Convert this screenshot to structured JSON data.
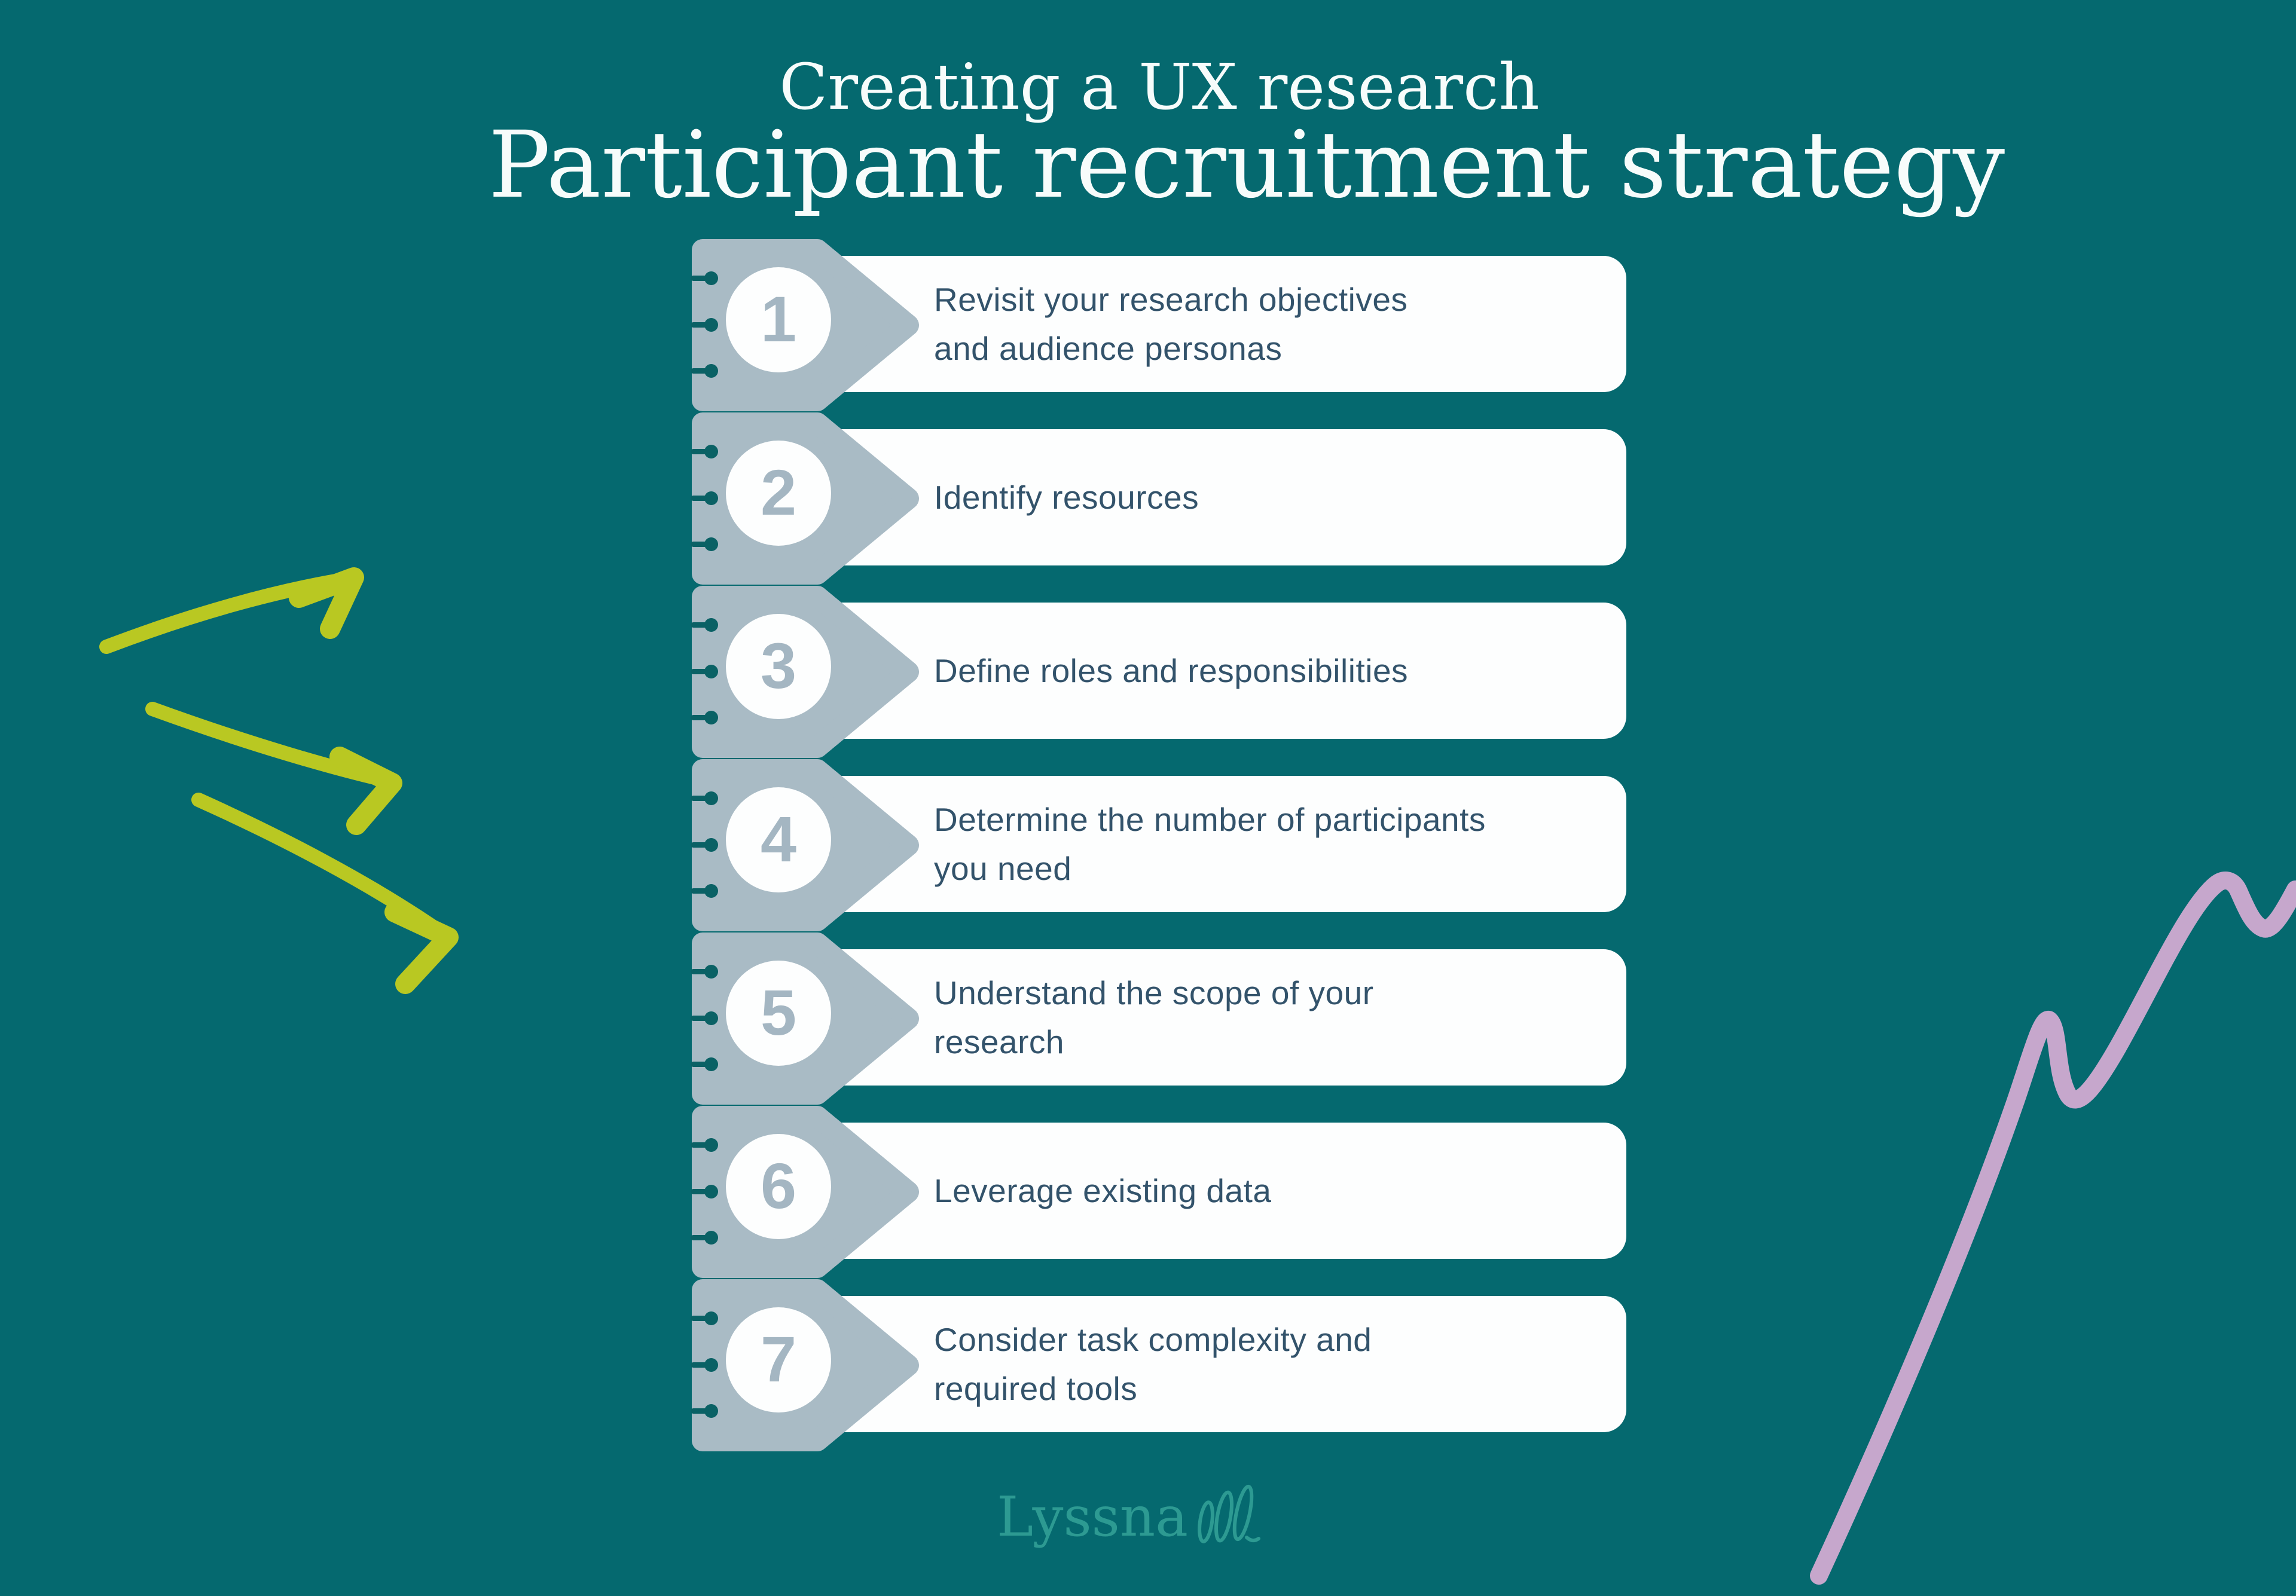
{
  "header": {
    "kicker": "Creating a UX research",
    "title": "Participant recruitment strategy"
  },
  "steps": [
    {
      "number": "1",
      "text": "Revisit your research objectives\nand audience personas"
    },
    {
      "number": "2",
      "text": "Identify resources"
    },
    {
      "number": "3",
      "text": "Define roles and responsibilities"
    },
    {
      "number": "4",
      "text": "Determine the number of participants\nyou need"
    },
    {
      "number": "5",
      "text": "Understand the scope of your\nresearch"
    },
    {
      "number": "6",
      "text": "Leverage existing data"
    },
    {
      "number": "7",
      "text": "Consider task complexity and\nrequired tools"
    }
  ],
  "footer": {
    "brand": "Lyssna"
  },
  "colors": {
    "background": "#05696F",
    "card": "#FDFEFE",
    "badge": "#A9BBC5",
    "number": "#A4B6C2",
    "pin": "#0A6165",
    "step_text": "#33536B",
    "heading": "#F7FCFB",
    "arrows": "#B9C822",
    "squiggle": "#C6A7CC",
    "logo": "#2D9A92"
  }
}
